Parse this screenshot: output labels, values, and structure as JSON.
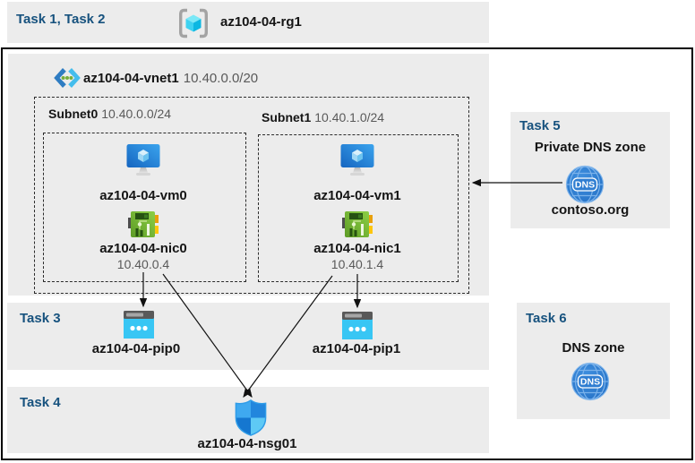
{
  "header": {
    "tasks_label": "Task 1, Task 2",
    "resource_group": "az104-04-rg1"
  },
  "vnet": {
    "name": "az104-04-vnet1",
    "cidr": "10.40.0.0/20"
  },
  "subnet0": {
    "name": "Subnet0",
    "cidr": "10.40.0.0/24",
    "vm_name": "az104-04-vm0",
    "nic_name": "az104-04-nic0",
    "nic_ip": "10.40.0.4"
  },
  "subnet1": {
    "name": "Subnet1",
    "cidr": "10.40.1.0/24",
    "vm_name": "az104-04-vm1",
    "nic_name": "az104-04-nic1",
    "nic_ip": "10.40.1.4"
  },
  "task3": {
    "label": "Task 3",
    "pip0_name": "az104-04-pip0",
    "pip1_name": "az104-04-pip1"
  },
  "task4": {
    "label": "Task 4",
    "nsg_name": "az104-04-nsg01"
  },
  "task5": {
    "label": "Task 5",
    "title": "Private DNS zone",
    "zone_name": "contoso.org",
    "icon_text": "DNS"
  },
  "task6": {
    "label": "Task 6",
    "title": "DNS zone",
    "icon_text": "DNS"
  },
  "icons": {
    "resource_group": "resource-group-brackets-cube-icon",
    "vnet": "virtual-network-chevrons-icon",
    "vm": "virtual-machine-monitor-icon",
    "nic": "network-interface-card-icon",
    "pip": "public-ip-browser-icon",
    "nsg": "network-security-group-shield-icon",
    "dns": "dns-globe-icon"
  },
  "colors": {
    "task_label_blue": "#17527e",
    "panel_gray": "#ececec",
    "text_primary": "#151515",
    "text_secondary": "#595959",
    "border_black": "#000000",
    "vm_blue": "#2386da",
    "nic_green": "#6fae33",
    "pip_cyan": "#38c6f4",
    "shield_blue": "#2a93e4",
    "dns_blue": "#2e7dd1"
  }
}
